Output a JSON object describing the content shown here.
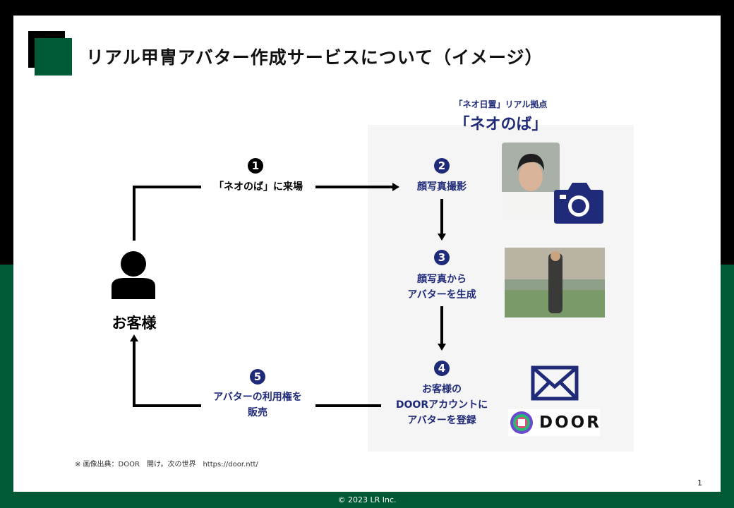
{
  "title": "リアル甲冑アバター作成サービスについて（イメージ）",
  "venue": {
    "subtitle": "「ネオ日置」リアル拠点",
    "name": "「ネオのば」"
  },
  "customer": "お客様",
  "steps": [
    {
      "num": "1",
      "label": "「ネオのば」に来場"
    },
    {
      "num": "2",
      "label": "顔写真撮影"
    },
    {
      "num": "3",
      "label_lines": [
        "顔写真から",
        "アバターを生成"
      ]
    },
    {
      "num": "4",
      "label_lines": [
        "お客様の",
        "DOORアカウントに",
        "アバターを登録"
      ]
    },
    {
      "num": "5",
      "label_lines": [
        "アバターの利用権を",
        "販売"
      ]
    }
  ],
  "door_logo": "DOOR",
  "footnote": "※ 画像出典：DOOR　開け。次の世界　https://door.ntt/",
  "page_number": "1",
  "copyright": "© 2023 LR Inc.",
  "colors": {
    "green": "#005a35",
    "navy": "#1f2a78"
  }
}
